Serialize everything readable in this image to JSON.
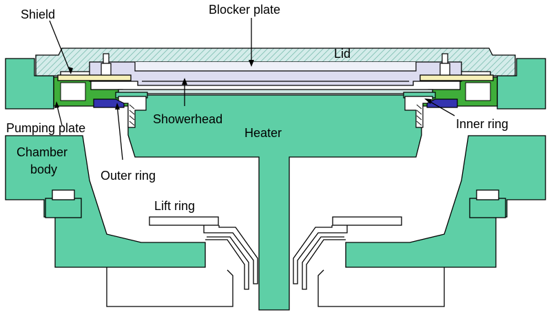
{
  "colors": {
    "body": "#5ecfa6",
    "lid_fill": "#d4ecea",
    "lid_pattern": "#7fbfb2",
    "blocker": "#dcdcf0",
    "pumping_plate": "#3fae3a",
    "shield": "#f6f0b8",
    "ring_blue": "#3434b0",
    "outline": "#000000"
  },
  "labels": {
    "shield": "Shield",
    "blocker_plate": "Blocker plate",
    "lid": "Lid",
    "pumping_plate": "Pumping plate",
    "showerhead": "Showerhead",
    "heater": "Heater",
    "inner_ring": "Inner ring",
    "chamber_body_line1": "Chamber",
    "chamber_body_line2": "body",
    "outer_ring": "Outer ring",
    "lift_ring": "Lift ring"
  }
}
